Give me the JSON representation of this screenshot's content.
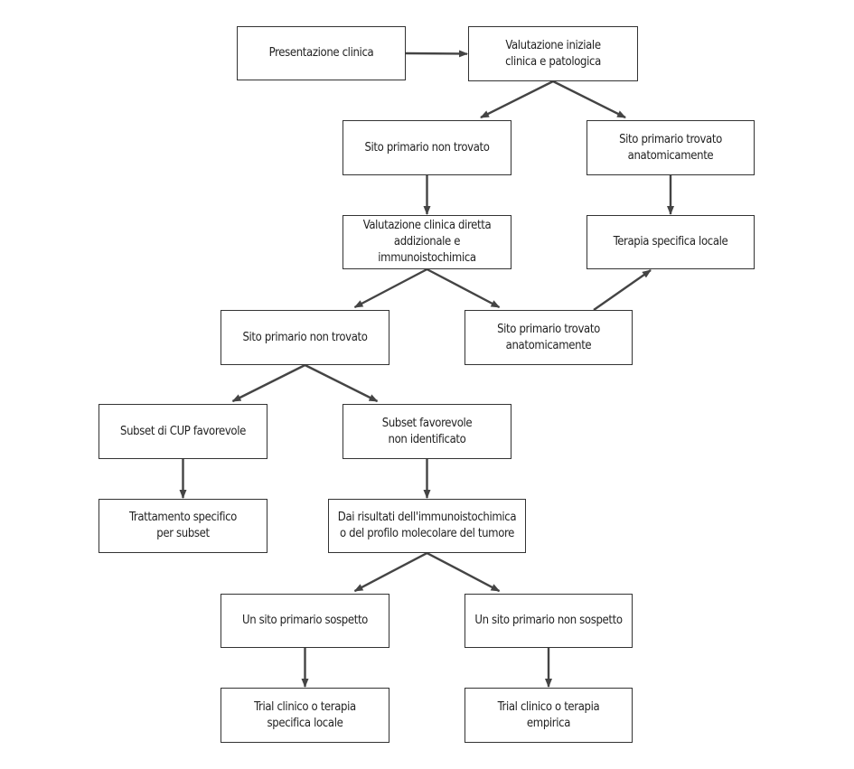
{
  "diagram": {
    "type": "flowchart",
    "nodes": [
      {
        "id": "n1",
        "label": "Presentazione clinica"
      },
      {
        "id": "n2",
        "label": "Valutazione iniziale\nclinica e patologica"
      },
      {
        "id": "n3",
        "label": "Sito primario non trovato"
      },
      {
        "id": "n4",
        "label": "Sito primario trovato\nanatomicamente"
      },
      {
        "id": "n5",
        "label": "Valutazione clinica diretta\naddizionale e immunoistochimica"
      },
      {
        "id": "n6",
        "label": "Terapia specifica locale"
      },
      {
        "id": "n7",
        "label": "Sito primario non trovato"
      },
      {
        "id": "n8",
        "label": "Sito primario trovato\nanatomicamente"
      },
      {
        "id": "n9",
        "label": "Subset di CUP favorevole"
      },
      {
        "id": "n10",
        "label": "Subset favorevole\nnon identificato"
      },
      {
        "id": "n11",
        "label": "Trattamento specifico\nper subset"
      },
      {
        "id": "n12",
        "label": "Dai risultati dell'immunoistochimica\no del profilo molecolare del tumore"
      },
      {
        "id": "n13",
        "label": "Un sito primario sospetto"
      },
      {
        "id": "n14",
        "label": "Un sito primario non sospetto"
      },
      {
        "id": "n15",
        "label": "Trial clinico o terapia\nspecifica locale"
      },
      {
        "id": "n16",
        "label": "Trial clinico o terapia\nempirica"
      }
    ],
    "edges": [
      {
        "from": "n1",
        "to": "n2"
      },
      {
        "from": "n2",
        "to": "n3"
      },
      {
        "from": "n2",
        "to": "n4"
      },
      {
        "from": "n3",
        "to": "n5"
      },
      {
        "from": "n4",
        "to": "n6"
      },
      {
        "from": "n5",
        "to": "n7"
      },
      {
        "from": "n5",
        "to": "n8"
      },
      {
        "from": "n8",
        "to": "n6"
      },
      {
        "from": "n7",
        "to": "n9"
      },
      {
        "from": "n7",
        "to": "n10"
      },
      {
        "from": "n9",
        "to": "n11"
      },
      {
        "from": "n10",
        "to": "n12"
      },
      {
        "from": "n12",
        "to": "n13"
      },
      {
        "from": "n12",
        "to": "n14"
      },
      {
        "from": "n13",
        "to": "n15"
      },
      {
        "from": "n14",
        "to": "n16"
      }
    ]
  },
  "colors": {
    "box_border": "#333333",
    "arrow": "#444444",
    "text": "#222222",
    "background": "#ffffff"
  }
}
